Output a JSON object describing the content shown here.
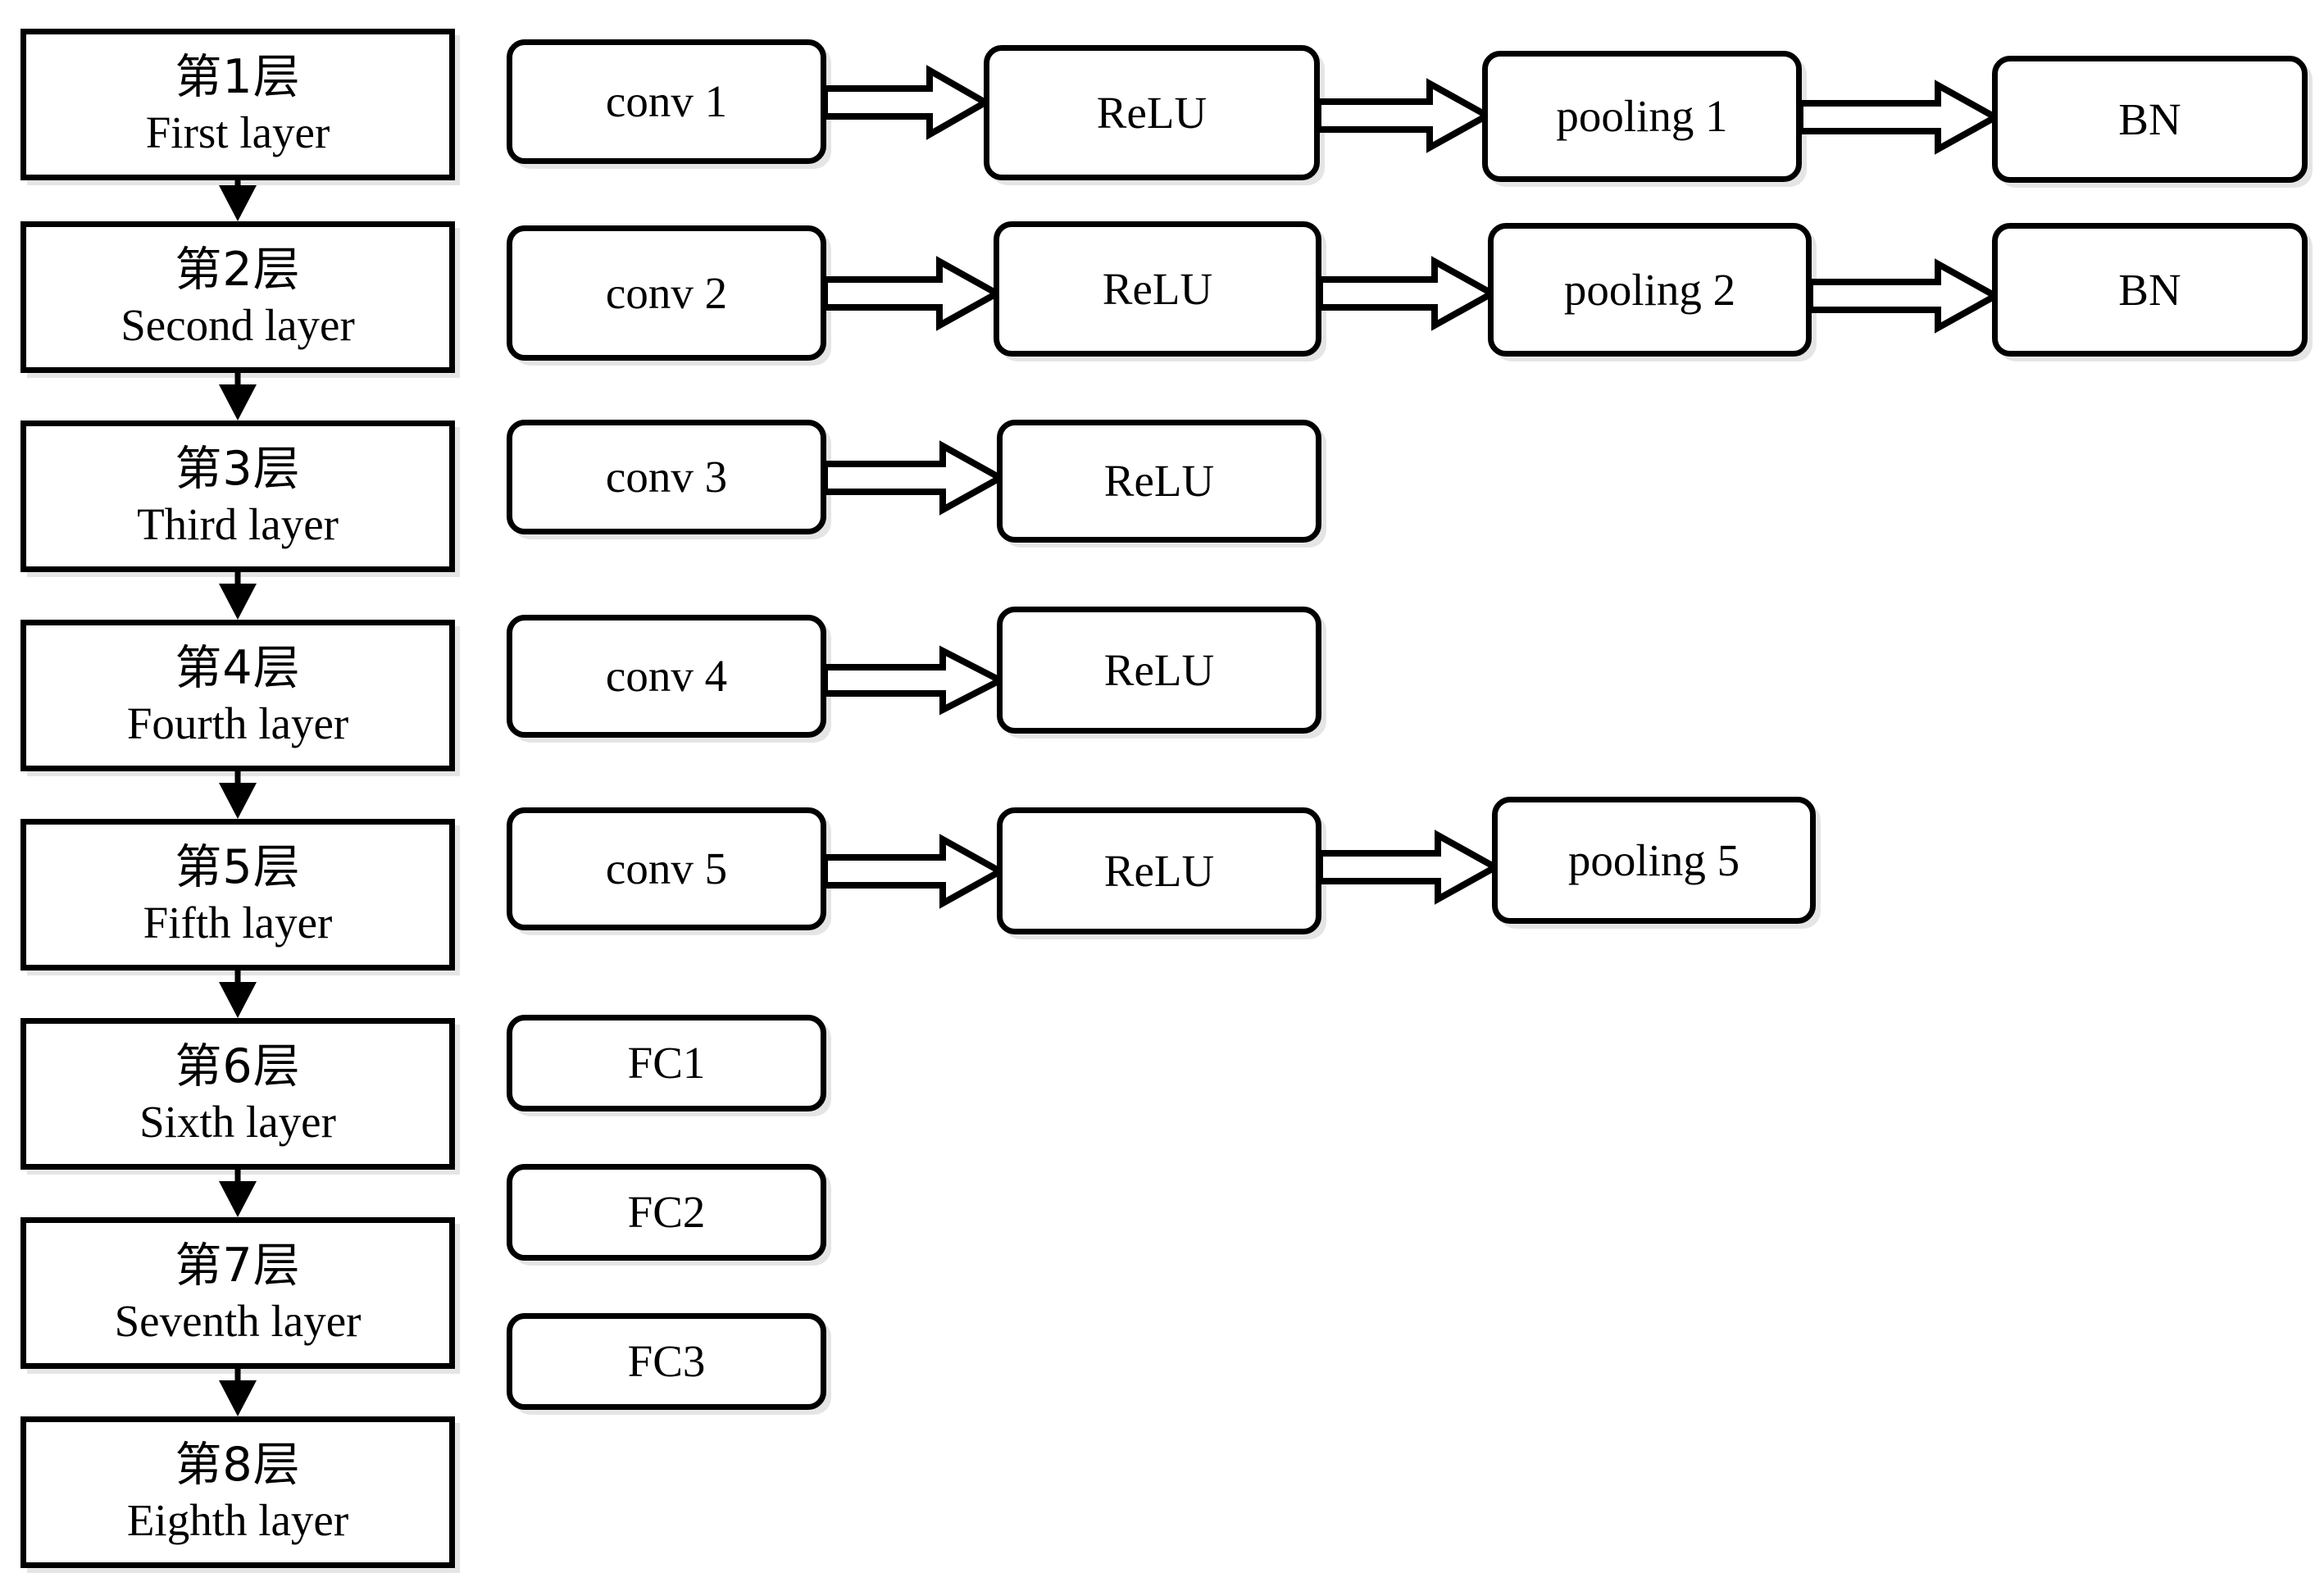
{
  "diagram": {
    "title": "CNN eight-layer architecture flow diagram",
    "stroke_color": "#000000",
    "fill_color": "#ffffff",
    "arrow_style_vertical": "solid-triangle-head",
    "arrow_style_horizontal": "hollow-block-arrow"
  },
  "layers": [
    {
      "cn": "第1层",
      "en": "First layer"
    },
    {
      "cn": "第2层",
      "en": "Second layer"
    },
    {
      "cn": "第3层",
      "en": "Third layer"
    },
    {
      "cn": "第4层",
      "en": "Fourth layer"
    },
    {
      "cn": "第5层",
      "en": "Fifth layer"
    },
    {
      "cn": "第6层",
      "en": "Sixth layer"
    },
    {
      "cn": "第7层",
      "en": "Seventh layer"
    },
    {
      "cn": "第8层",
      "en": "Eighth layer"
    }
  ],
  "rows": [
    {
      "index": 1,
      "ops": [
        "conv 1",
        "ReLU",
        "pooling 1",
        "BN"
      ]
    },
    {
      "index": 2,
      "ops": [
        "conv 2",
        "ReLU",
        "pooling 2",
        "BN"
      ]
    },
    {
      "index": 3,
      "ops": [
        "conv 3",
        "ReLU"
      ]
    },
    {
      "index": 4,
      "ops": [
        "conv 4",
        "ReLU"
      ]
    },
    {
      "index": 5,
      "ops": [
        "conv 5",
        "ReLU",
        "pooling 5"
      ]
    },
    {
      "index": 6,
      "ops": [
        "FC1"
      ]
    },
    {
      "index": 7,
      "ops": [
        "FC2"
      ]
    },
    {
      "index": 8,
      "ops": [
        "FC3"
      ]
    }
  ],
  "ops": {
    "conv1": "conv 1",
    "relu1": "ReLU",
    "pool1": "pooling 1",
    "bn1": "BN",
    "conv2": "conv 2",
    "relu2": "ReLU",
    "pool2": "pooling 2",
    "bn2": "BN",
    "conv3": "conv 3",
    "relu3": "ReLU",
    "conv4": "conv 4",
    "relu4": "ReLU",
    "conv5": "conv 5",
    "relu5": "ReLU",
    "pool5": "pooling 5",
    "fc1": "FC1",
    "fc2": "FC2",
    "fc3": "FC3"
  }
}
